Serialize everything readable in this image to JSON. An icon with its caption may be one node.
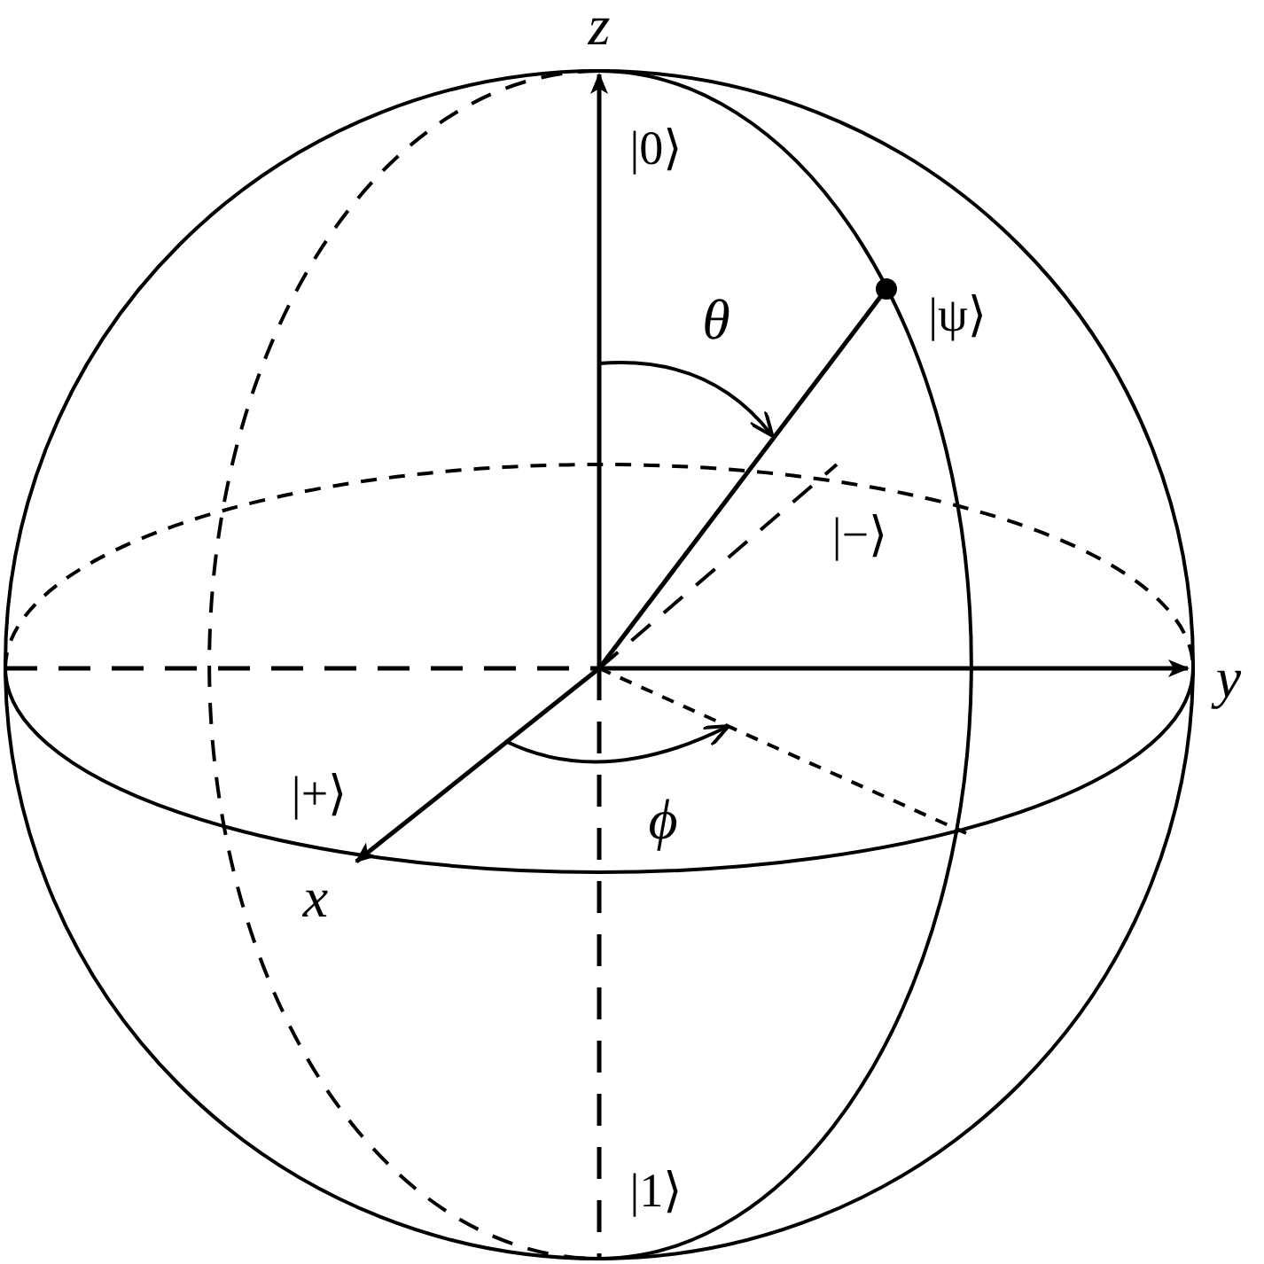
{
  "diagram": {
    "labels": [
      "z",
      "|0⟩",
      "|ψ⟩",
      "θ",
      "|−⟩",
      "y",
      "|+⟩",
      "ϕ",
      "x",
      "|1⟩"
    ]
  }
}
